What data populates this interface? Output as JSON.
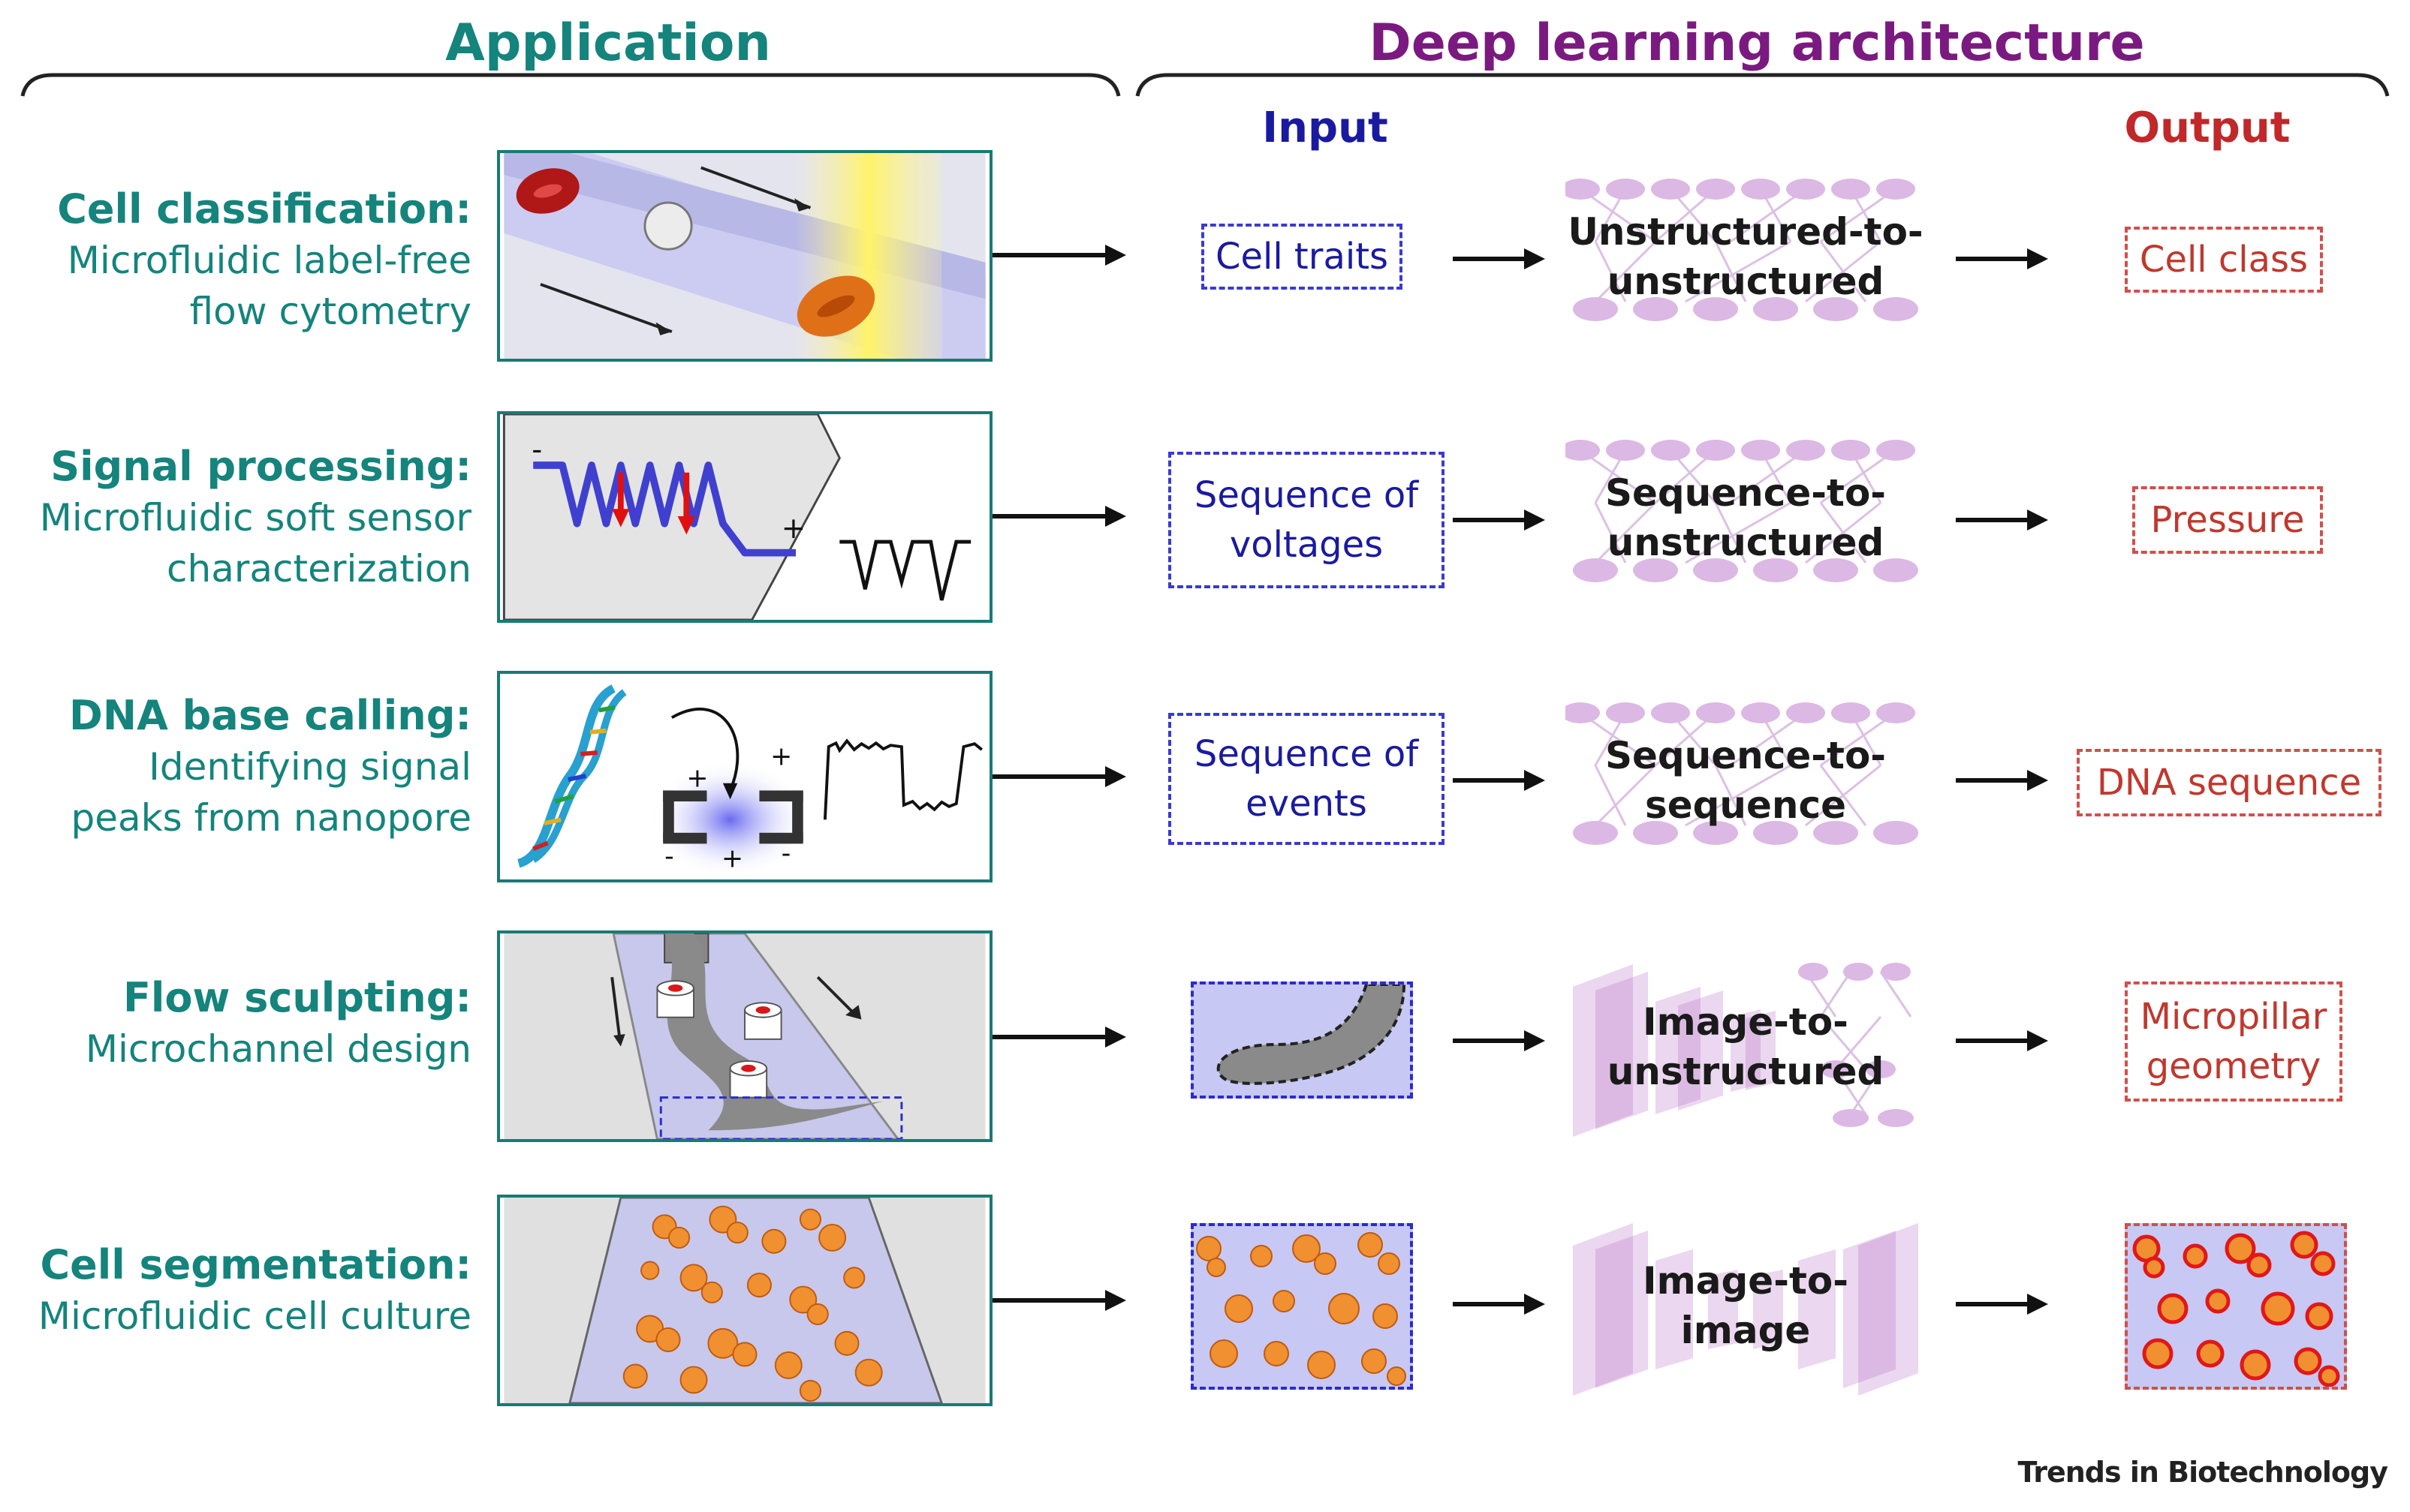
{
  "headers": {
    "application": "Application",
    "deep_learning": "Deep learning architecture",
    "input": "Input",
    "output": "Output"
  },
  "rows": [
    {
      "title": "Cell classification:",
      "desc1": "Microfluidic label-free",
      "desc2": "flow cytometry",
      "input": "Cell traits",
      "arch1": "Unstructured-to-",
      "arch2": "unstructured",
      "output": "Cell class"
    },
    {
      "title": "Signal processing:",
      "desc1": "Microfluidic soft sensor",
      "desc2": "characterization",
      "input1": "Sequence of",
      "input2": "voltages",
      "arch1": "Sequence-to-",
      "arch2": "unstructured",
      "output": "Pressure",
      "panel_plus": "+",
      "panel_minus": "-"
    },
    {
      "title": "DNA base calling:",
      "desc1": "Identifying signal",
      "desc2": "peaks from nanopore",
      "input1": "Sequence of",
      "input2": "events",
      "arch1": "Sequence-to-",
      "arch2": "sequence",
      "output": "DNA sequence",
      "panel_plus": "+",
      "panel_minus": "-"
    },
    {
      "title": "Flow sculpting:",
      "desc1": "Microchannel design",
      "arch1": "Image-to-",
      "arch2": "unstructured",
      "output1": "Micropillar",
      "output2": "geometry"
    },
    {
      "title": "Cell segmentation:",
      "desc1": "Microfluidic cell culture",
      "arch1": "Image-to-",
      "arch2": "image"
    }
  ],
  "credit": "Trends in Biotechnology",
  "colors": {
    "application": "#14847c",
    "deep_learning": "#7a1a80",
    "input": "#1a1aa0",
    "output": "#c0282a",
    "network": "#d9b3e0"
  }
}
